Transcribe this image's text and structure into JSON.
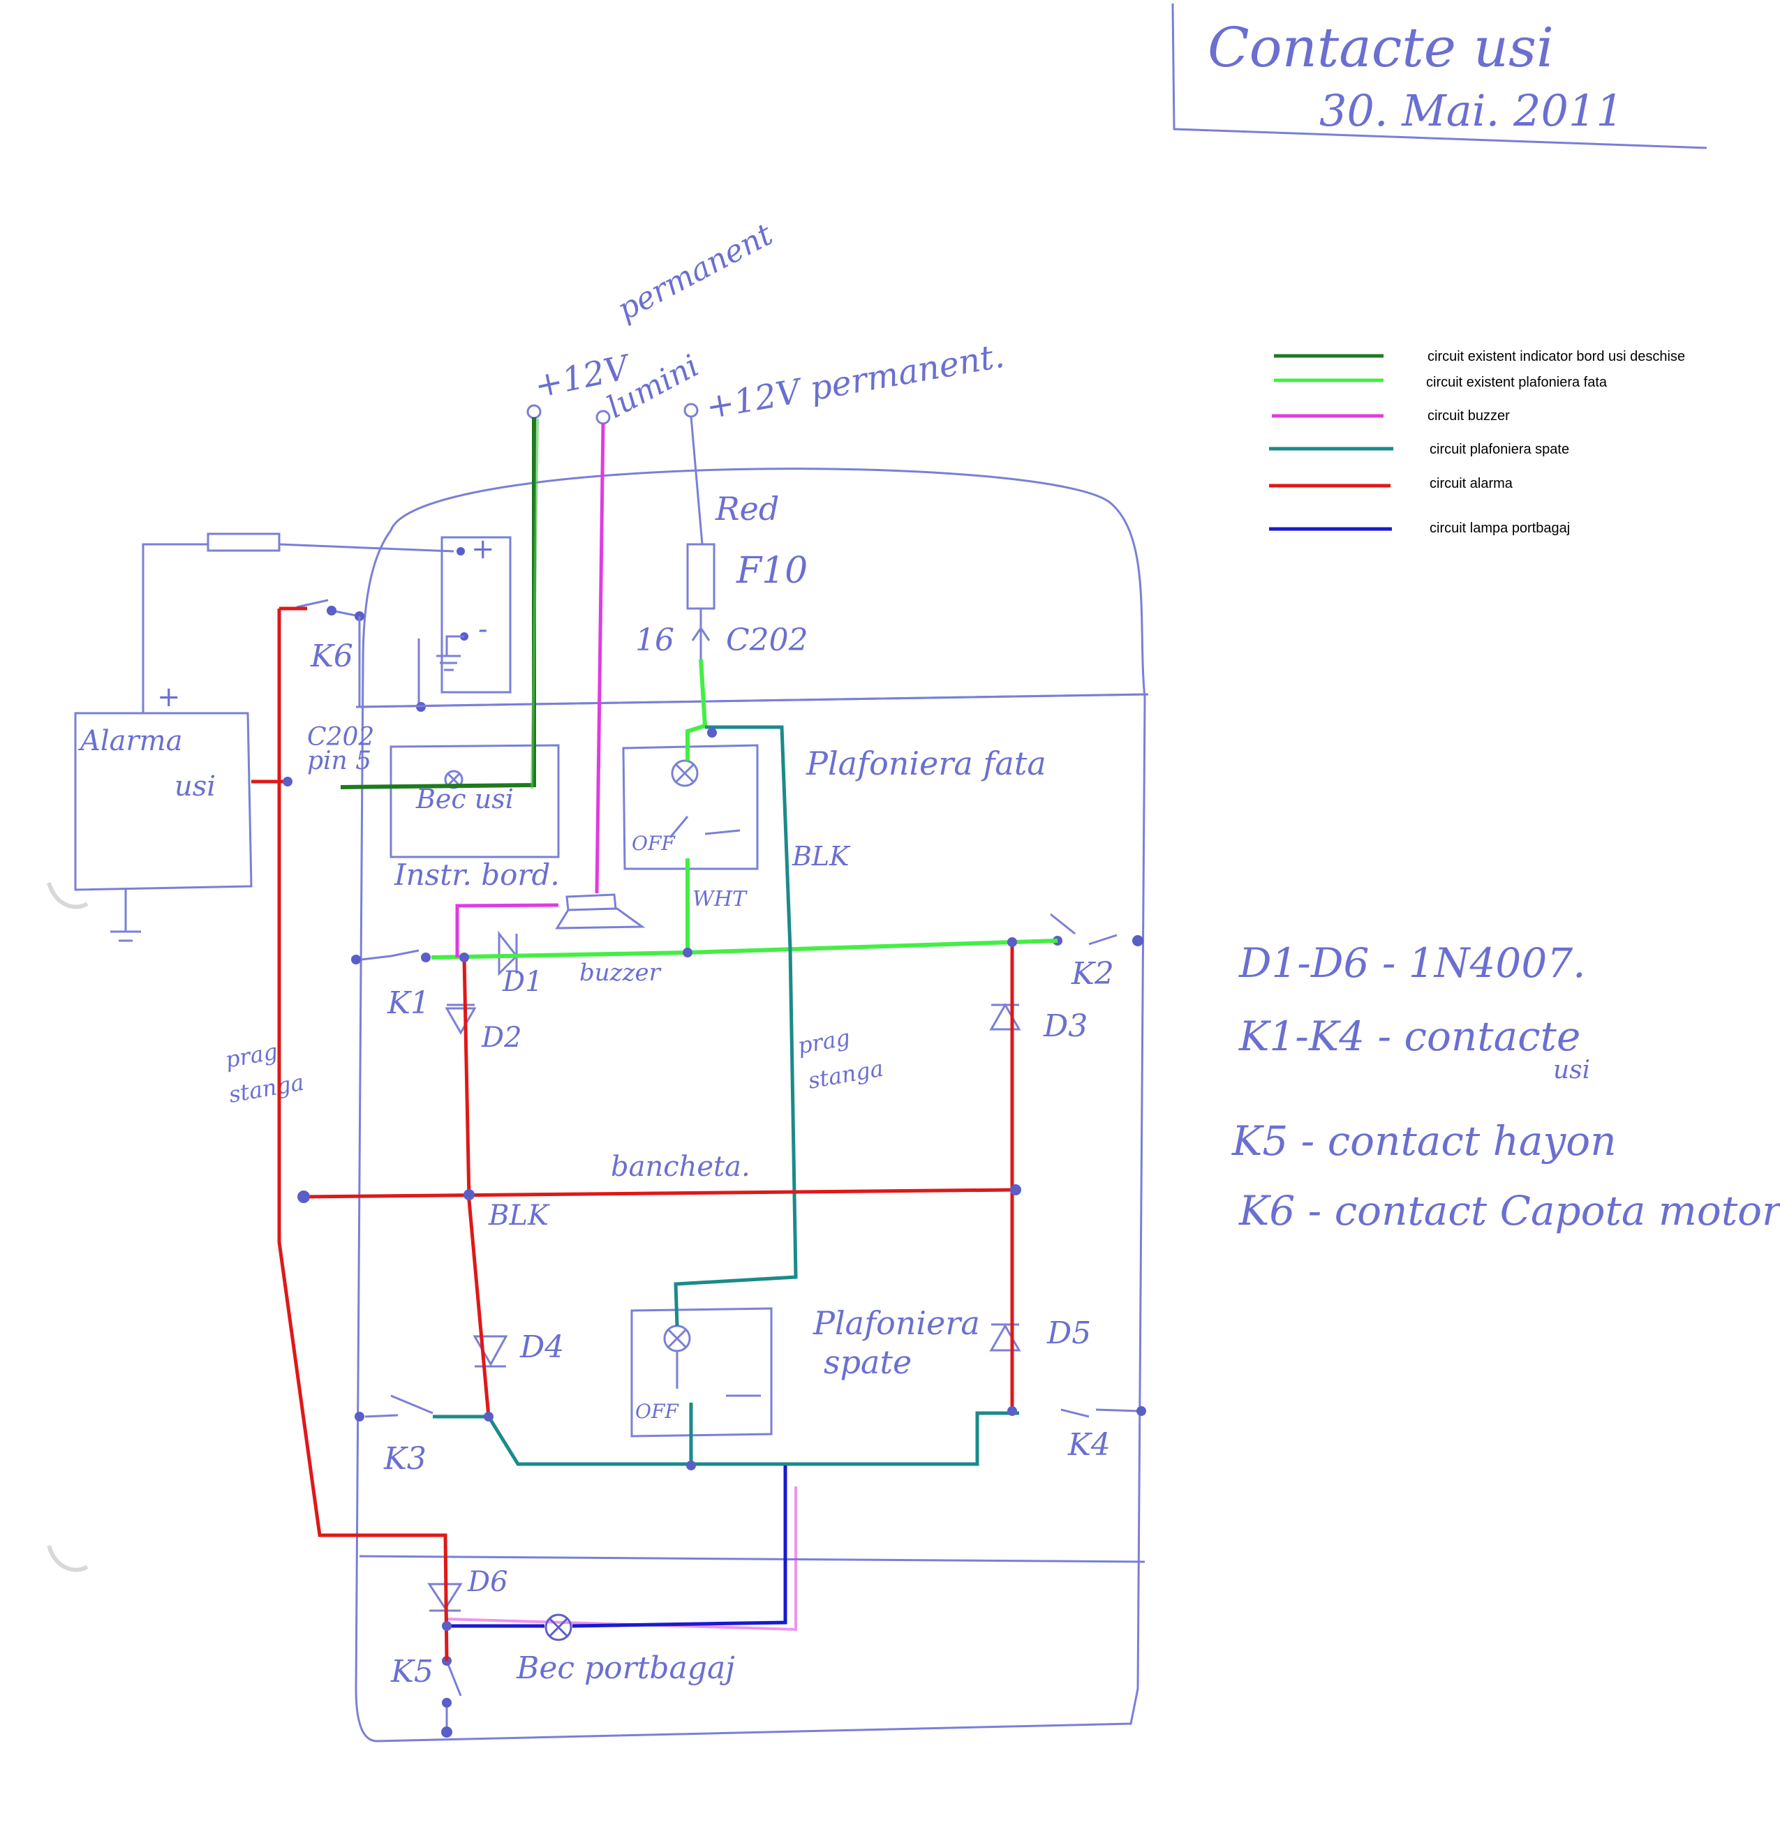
{
  "title": {
    "line1": "Contacte usi",
    "line2": "30. Mai. 2011"
  },
  "colors": {
    "ink": "#7a7fd6",
    "dark_green": "#1e7a1e",
    "light_green": "#44ee44",
    "magenta": "#e03ce0",
    "teal": "#1b8a8a",
    "red": "#e01818",
    "blue": "#1a1ad0"
  },
  "legend": [
    {
      "label": "circuit existent indicator bord usi deschise",
      "color": "#1e7a1e"
    },
    {
      "label": "circuit existent plafoniera fata",
      "color": "#44ee44"
    },
    {
      "label": "circuit buzzer",
      "color": "#e03ce0"
    },
    {
      "label": "circuit plafoniera spate",
      "color": "#1b8a8a"
    },
    {
      "label": "circuit alarma",
      "color": "#e01818"
    },
    {
      "label": "circuit lampa portbagaj",
      "color": "#1a1ad0"
    }
  ],
  "notes": {
    "diodes": "D1-D6 - 1N4007.",
    "k1k4": "K1-K4 - contacte",
    "k1k4b": "usi",
    "k5": "K5 - contact hayon",
    "k6": "K6 - contact Capota motor."
  },
  "supply": {
    "plus12v": "+12V",
    "lumini": "lumini",
    "permanent_a": "permanent",
    "plus12v_perm": "+12V permanent."
  },
  "components": {
    "red": "Red",
    "fuse": "F10",
    "c202_pin": "16",
    "c202": "C202",
    "alarm": "Alarma",
    "alarm_b": "usi",
    "plus": "+",
    "c202_pin5_a": "C202",
    "c202_pin5_b": "pin 5",
    "bec_usi": "Bec usi",
    "instr_bord": "Instr. bord.",
    "k6": "K6",
    "bat_plus": "+",
    "bat_minus": "-",
    "plafon_fata": "Plafoniera fata",
    "off1": "OFF",
    "blk1": "BLK",
    "wht": "WHT",
    "buzzer": "buzzer",
    "d1": "D1",
    "d2": "D2",
    "d3": "D3",
    "d4": "D4",
    "d5": "D5",
    "d6": "D6",
    "k1": "K1",
    "k2": "K2",
    "k3": "K3",
    "k4": "K4",
    "k5": "K5",
    "prag_a": "prag",
    "prag_b": "stanga",
    "prag2_a": "prag",
    "prag2_b": "stanga",
    "bancheta": "bancheta.",
    "blk2": "BLK",
    "plafon_spate_a": "Plafoniera",
    "plafon_spate_b": "spate",
    "off2": "OFF",
    "bec_portbagaj": "Bec portbagaj"
  }
}
